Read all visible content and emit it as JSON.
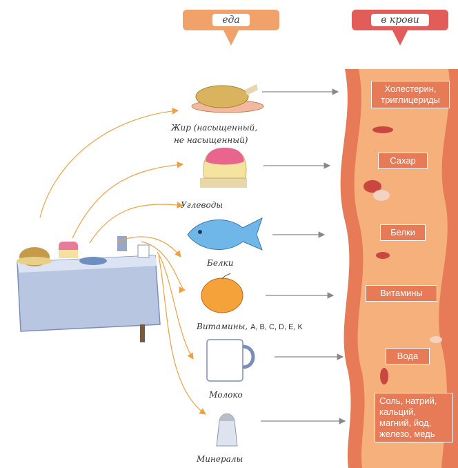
{
  "headers": {
    "food": "еда",
    "blood": "в крови"
  },
  "foods": {
    "fat": "Жир (насыщенный,",
    "fat2": "не насыщенный)",
    "carbs": "Углеводы",
    "protein": "Белки",
    "vitamins": "Витамины,",
    "vitamins_list": "A, B, C, D, E, K",
    "milk": "Молоко",
    "minerals": "Минералы"
  },
  "blood": {
    "cholesterol": "Холестерин,",
    "cholesterol2": "триглицериды",
    "sugar": "Сахар",
    "protein": "Белки",
    "vitamins": "Витамины",
    "water": "Вода",
    "minerals1": "Соль, натрий,",
    "minerals2": "кальций,",
    "minerals3": "магний, йод,",
    "minerals4": "железо, медь"
  },
  "colors": {
    "orange_header": "#F0A26A",
    "red_header": "#E25C5A",
    "vessel": "#E77A57",
    "vessel_inner": "#F5B07C",
    "arrow_orange": "#F0A040",
    "arrow_gray": "#888888"
  }
}
